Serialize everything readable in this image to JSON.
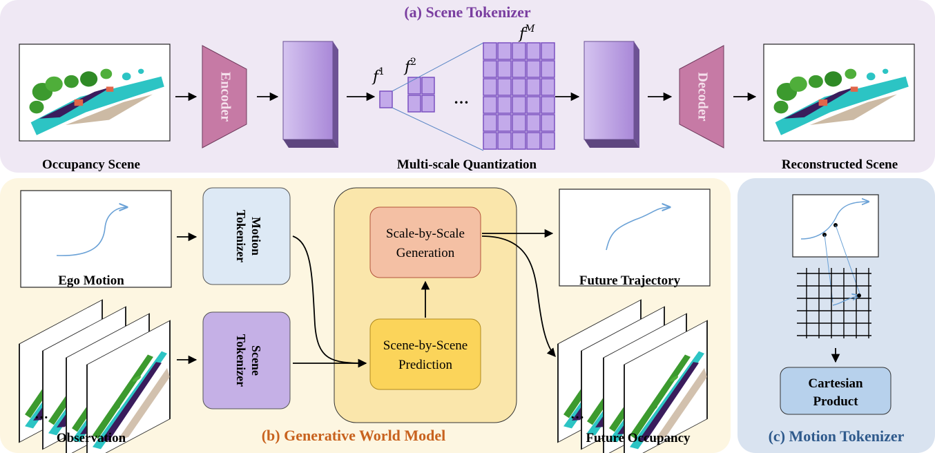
{
  "panels": {
    "scene_tokenizer": {
      "title": "(a) Scene Tokenizer",
      "encoder": "Encoder",
      "decoder": "Decoder",
      "input_label": "Occupancy Scene",
      "quant_label": "Multi-scale Quantization",
      "output_label": "Reconstructed Scene",
      "scales": {
        "f1": "f",
        "f1_sup": "1",
        "f2": "f",
        "f2_sup": "2",
        "fM": "f",
        "fM_sup": "M"
      },
      "ellipsis": "…"
    },
    "world_model": {
      "title": "(b) Generative World Model",
      "ego_motion": "Ego Motion",
      "observation": "Observation",
      "motion_tokenizer_l1": "Motion",
      "motion_tokenizer_l2": "Tokenizer",
      "scene_tokenizer_l1": "Scene",
      "scene_tokenizer_l2": "Tokenizer",
      "scale_gen_l1": "Scale-by-Scale",
      "scale_gen_l2": "Generation",
      "scene_pred_l1": "Scene-by-Scene",
      "scene_pred_l2": "Prediction",
      "future_trajectory": "Future Trajectory",
      "future_occupancy": "Future Occupancy",
      "ellipsis": "…"
    },
    "motion_tokenizer": {
      "title": "(c) Motion Tokenizer",
      "product_l1": "Cartesian",
      "product_l2": "Product"
    }
  },
  "colors": {
    "panel_a_bg": "#efe8f4",
    "panel_a_title": "#7a3ea0",
    "panel_b_bg": "#fdf6e1",
    "panel_b_title": "#c8621e",
    "panel_c_bg": "#d9e3f0",
    "panel_c_title": "#2f5a8c",
    "coder": "#c67aa5",
    "feature": "#c3aaea",
    "motion_box": "#dde9f5",
    "scene_box": "#c5b0e6",
    "scale_gen": "#f4c0a4",
    "scene_pred": "#fbd45a",
    "world_core": "#fae6ab",
    "product_box": "#b7d1ec",
    "trajectory": "#6aa1d6",
    "occ_cyan": "#2cc4c4",
    "occ_green": "#3c9a2e",
    "occ_purple": "#3a1c5c",
    "occ_tan": "#c7b29a"
  }
}
